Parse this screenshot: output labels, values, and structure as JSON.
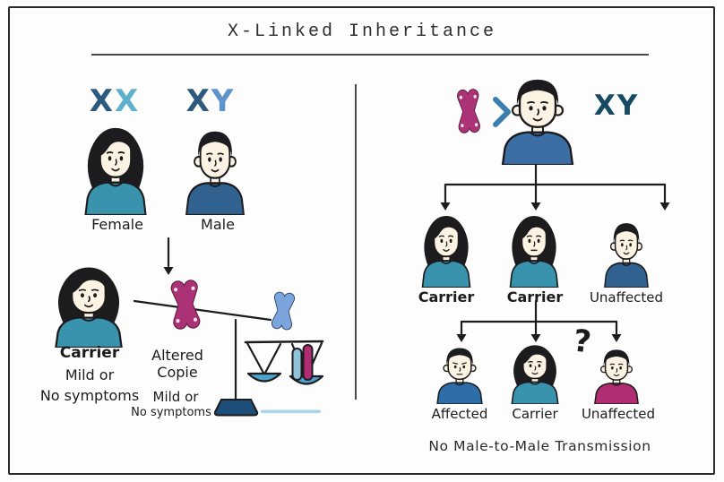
{
  "title": "X-Linked Inheritance",
  "left_panel": {
    "female_karyotype": [
      "X",
      "X"
    ],
    "male_karyotype": [
      "X",
      "Y"
    ],
    "female_label": "Female",
    "male_label": "Male",
    "carrier": {
      "label": "Carrier",
      "line1": "Mild or",
      "line2": "No symptoms"
    },
    "altered": {
      "line1": "Altered",
      "line2": "Copie",
      "line3": "Mild or",
      "line4": "No symptoms"
    }
  },
  "right_panel": {
    "father_karyotype": "XY",
    "gen1_labels": [
      "Carrier",
      "Carrier",
      "Unaffected"
    ],
    "gen2_labels": [
      "Affected",
      "Carrier",
      "Unaffected"
    ],
    "question_mark": "?",
    "footer": "No Male-to-Male Transmission"
  },
  "colors": {
    "outline": "#1c1c1e",
    "face_skin": "#fdf3e2",
    "hair_black": "#1c1c1e",
    "x_dark": "#2c5a7e",
    "x_light": "#5fb0cc",
    "y_blue": "#5e93cc",
    "karyotype_right": "#174a63",
    "altered_pink": "#ab3375",
    "altered_pink_stroke": "#5f1a42",
    "seesaw_blue": "#7ba3dc",
    "seesaw_blue_stroke": "#20395c",
    "shirt_teal": "#3a93ad",
    "shirt_navy": "#30618f",
    "shirt_father": "#3a6ea5",
    "shirt_affected": "#2d6da8",
    "shirt_magenta": "#b02d72",
    "scale_base_navy": "#1d4e7a",
    "scale_bowl_blue": "#4ea3cc",
    "capsule_blue": "#8fc4d8",
    "chevron_teal": "#3a7fae",
    "underline_blue": "#a9d6e8"
  }
}
